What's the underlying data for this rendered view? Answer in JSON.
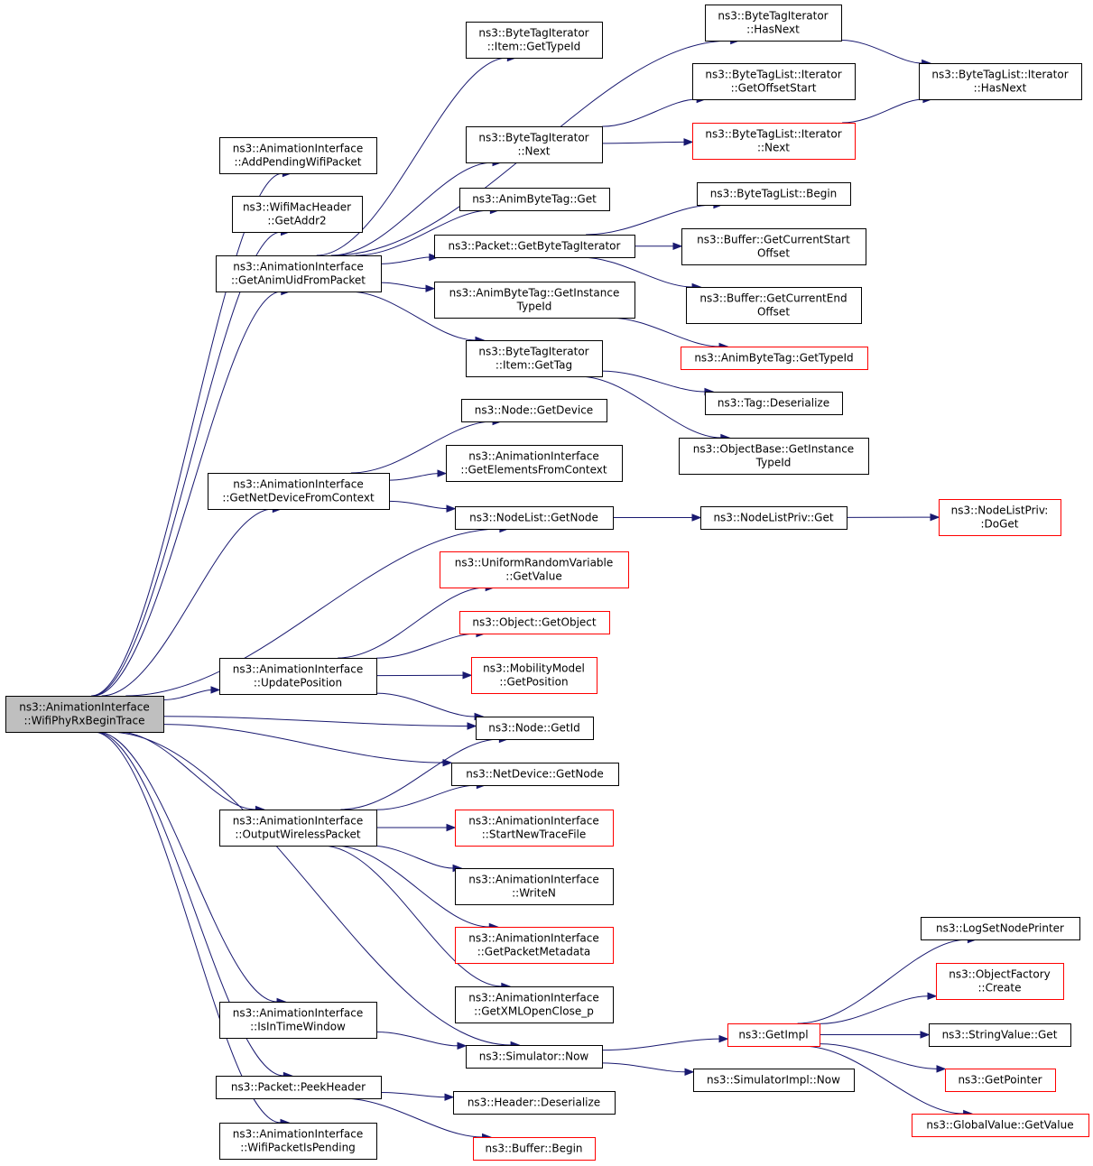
{
  "colors": {
    "edge": "#191970",
    "border_default": "#000000",
    "border_external": "#ff0000",
    "root_fill": "#bfbfbf",
    "fill": "#ffffff"
  },
  "nodes": {
    "root": [
      "ns3::AnimationInterface",
      "::WifiPhyRxBeginTrace"
    ],
    "addPending": [
      "ns3::AnimationInterface",
      "::AddPendingWifiPacket"
    ],
    "getAddr2": [
      "ns3::WifiMacHeader",
      "::GetAddr2"
    ],
    "getAnimUid": [
      "ns3::AnimationInterface",
      "::GetAnimUidFromPacket"
    ],
    "getNetDevCtx": [
      "ns3::AnimationInterface",
      "::GetNetDeviceFromContext"
    ],
    "updatePos": [
      "ns3::AnimationInterface",
      "::UpdatePosition"
    ],
    "outputWireless": [
      "ns3::AnimationInterface",
      "::OutputWirelessPacket"
    ],
    "isInTime": [
      "ns3::AnimationInterface",
      "::IsInTimeWindow"
    ],
    "peekHeader": [
      "ns3::Packet::PeekHeader"
    ],
    "wifiPending": [
      "ns3::AnimationInterface",
      "::WifiPacketIsPending"
    ],
    "btiItemGetTypeId": [
      "ns3::ByteTagIterator",
      "::Item::GetTypeId"
    ],
    "btiNext": [
      "ns3::ByteTagIterator",
      "::Next"
    ],
    "animGet": [
      "ns3::AnimByteTag::Get"
    ],
    "pktGetBTI": [
      "ns3::Packet::GetByteTagIterator"
    ],
    "animGetInstTypeId": [
      "ns3::AnimByteTag::GetInstance",
      "TypeId"
    ],
    "btiItemGetTag": [
      "ns3::ByteTagIterator",
      "::Item::GetTag"
    ],
    "btiHasNext": [
      "ns3::ByteTagIterator",
      "::HasNext"
    ],
    "btlIterGetOffset": [
      "ns3::ByteTagList::Iterator",
      "::GetOffsetStart"
    ],
    "btlIterNext": [
      "ns3::ByteTagList::Iterator",
      "::Next"
    ],
    "btlIterHasNext": [
      "ns3::ByteTagList::Iterator",
      "::HasNext"
    ],
    "btlBegin": [
      "ns3::ByteTagList::Begin"
    ],
    "bufGetStart": [
      "ns3::Buffer::GetCurrentStart",
      "Offset"
    ],
    "bufGetEnd": [
      "ns3::Buffer::GetCurrentEnd",
      "Offset"
    ],
    "animGetTypeId": [
      "ns3::AnimByteTag::GetTypeId"
    ],
    "tagDeser": [
      "ns3::Tag::Deserialize"
    ],
    "objBaseGetInst": [
      "ns3::ObjectBase::GetInstance",
      "TypeId"
    ],
    "nodeGetDevice": [
      "ns3::Node::GetDevice"
    ],
    "getElemFromCtx": [
      "ns3::AnimationInterface",
      "::GetElementsFromContext"
    ],
    "nodeListGetNode": [
      "ns3::NodeList::GetNode"
    ],
    "nodeListPrivGet": [
      "ns3::NodeListPriv::Get"
    ],
    "nodeListPrivDoGet": [
      "ns3::NodeListPriv:",
      ":DoGet"
    ],
    "uniformGetValue": [
      "ns3::UniformRandomVariable",
      "::GetValue"
    ],
    "objGetObject": [
      "ns3::Object::GetObject"
    ],
    "mobGetPos": [
      "ns3::MobilityModel",
      "::GetPosition"
    ],
    "nodeGetId": [
      "ns3::Node::GetId"
    ],
    "netDevGetNode": [
      "ns3::NetDevice::GetNode"
    ],
    "startNewTrace": [
      "ns3::AnimationInterface",
      "::StartNewTraceFile"
    ],
    "writeN": [
      "ns3::AnimationInterface",
      "::WriteN"
    ],
    "getPktMeta": [
      "ns3::AnimationInterface",
      "::GetPacketMetadata"
    ],
    "getXml": [
      "ns3::AnimationInterface",
      "::GetXMLOpenClose_p"
    ],
    "simNow": [
      "ns3::Simulator::Now"
    ],
    "headerDeser": [
      "ns3::Header::Deserialize"
    ],
    "bufBegin": [
      "ns3::Buffer::Begin"
    ],
    "getImpl": [
      "ns3::GetImpl"
    ],
    "simImplNow": [
      "ns3::SimulatorImpl::Now"
    ],
    "logSetNode": [
      "ns3::LogSetNodePrinter"
    ],
    "objFactCreate": [
      "ns3::ObjectFactory",
      "::Create"
    ],
    "strValGet": [
      "ns3::StringValue::Get"
    ],
    "getPointer": [
      "ns3::GetPointer"
    ],
    "globalValGet": [
      "ns3::GlobalValue::GetValue"
    ]
  },
  "external_nodes": [
    "btlIterNext",
    "animGetTypeId",
    "nodeListPrivDoGet",
    "uniformGetValue",
    "objGetObject",
    "mobGetPos",
    "startNewTrace",
    "getPktMeta",
    "bufBegin",
    "getImpl",
    "objFactCreate",
    "getPointer",
    "globalValGet"
  ],
  "root_node": "root",
  "edges": [
    [
      "root",
      "addPending"
    ],
    [
      "root",
      "getAddr2"
    ],
    [
      "root",
      "getAnimUid"
    ],
    [
      "root",
      "getNetDevCtx"
    ],
    [
      "root",
      "nodeListGetNode"
    ],
    [
      "root",
      "updatePos"
    ],
    [
      "root",
      "nodeGetId"
    ],
    [
      "root",
      "netDevGetNode"
    ],
    [
      "root",
      "outputWireless"
    ],
    [
      "root",
      "isInTime"
    ],
    [
      "root",
      "simNow"
    ],
    [
      "root",
      "peekHeader"
    ],
    [
      "root",
      "wifiPending"
    ],
    [
      "getAnimUid",
      "btiItemGetTypeId"
    ],
    [
      "getAnimUid",
      "btiHasNext"
    ],
    [
      "getAnimUid",
      "btiNext"
    ],
    [
      "getAnimUid",
      "animGet"
    ],
    [
      "getAnimUid",
      "pktGetBTI"
    ],
    [
      "getAnimUid",
      "animGetInstTypeId"
    ],
    [
      "getAnimUid",
      "btiItemGetTag"
    ],
    [
      "btiNext",
      "btlIterGetOffset"
    ],
    [
      "btiNext",
      "btlIterNext"
    ],
    [
      "btiHasNext",
      "btlIterHasNext"
    ],
    [
      "btlIterNext",
      "btlIterHasNext"
    ],
    [
      "pktGetBTI",
      "btlBegin"
    ],
    [
      "pktGetBTI",
      "bufGetStart"
    ],
    [
      "pktGetBTI",
      "bufGetEnd"
    ],
    [
      "animGetInstTypeId",
      "animGetTypeId"
    ],
    [
      "btiItemGetTag",
      "tagDeser"
    ],
    [
      "btiItemGetTag",
      "objBaseGetInst"
    ],
    [
      "getNetDevCtx",
      "nodeGetDevice"
    ],
    [
      "getNetDevCtx",
      "getElemFromCtx"
    ],
    [
      "getNetDevCtx",
      "nodeListGetNode"
    ],
    [
      "nodeListGetNode",
      "nodeListPrivGet"
    ],
    [
      "nodeListPrivGet",
      "nodeListPrivDoGet"
    ],
    [
      "updatePos",
      "uniformGetValue"
    ],
    [
      "updatePos",
      "objGetObject"
    ],
    [
      "updatePos",
      "mobGetPos"
    ],
    [
      "updatePos",
      "nodeGetId"
    ],
    [
      "outputWireless",
      "nodeGetId"
    ],
    [
      "outputWireless",
      "netDevGetNode"
    ],
    [
      "outputWireless",
      "startNewTrace"
    ],
    [
      "outputWireless",
      "writeN"
    ],
    [
      "outputWireless",
      "getPktMeta"
    ],
    [
      "outputWireless",
      "getXml"
    ],
    [
      "isInTime",
      "simNow"
    ],
    [
      "simNow",
      "getImpl"
    ],
    [
      "simNow",
      "simImplNow"
    ],
    [
      "getImpl",
      "logSetNode"
    ],
    [
      "getImpl",
      "objFactCreate"
    ],
    [
      "getImpl",
      "strValGet"
    ],
    [
      "getImpl",
      "getPointer"
    ],
    [
      "getImpl",
      "globalValGet"
    ],
    [
      "peekHeader",
      "headerDeser"
    ],
    [
      "peekHeader",
      "bufBegin"
    ]
  ]
}
